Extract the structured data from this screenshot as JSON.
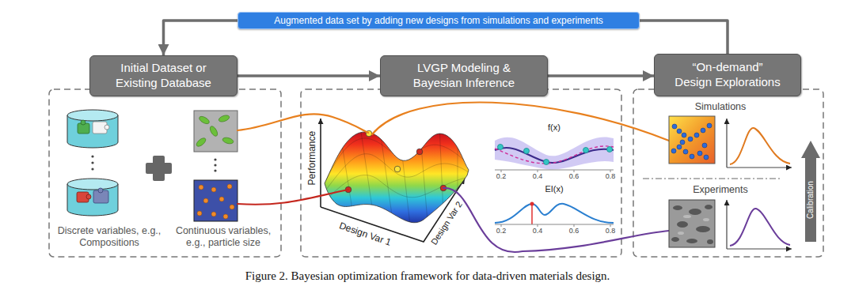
{
  "diagram": {
    "caption": "Figure 2. Bayesian optimization framework for data-driven materials design.",
    "nodes": [
      {
        "text": [
          "Initial Dataset or Existing Database"
        ]
      },
      {
        "text": [
          "LVGP Modeling & Bayesian Inference"
        ]
      },
      {
        "text": [
          "“On-demand” Design Explorations"
        ]
      },
      {
        "text": [
          "Calibration"
        ]
      }
    ],
    "edges": [
      {
        "from": 0,
        "to": 1,
        "arrow": "to"
      },
      {
        "from": 1,
        "to": 2,
        "arrow": "to"
      },
      {
        "from": 2,
        "to": 0,
        "label": "Augmented data set by adding new designs from simulations and experiments",
        "arrow": "to"
      }
    ],
    "labels": [
      "Discrete variables, e.g., Compositions",
      "Continuous variables, e.g., particle size",
      "Performance",
      "Design Var 1",
      "Design Var 2",
      "f(x)",
      "0.2",
      "0.4",
      "0.6",
      "0.8",
      "EI(x)",
      "0.2",
      "0.4",
      "0.6",
      "0.8",
      "Simulations",
      "Experiments"
    ]
  }
}
